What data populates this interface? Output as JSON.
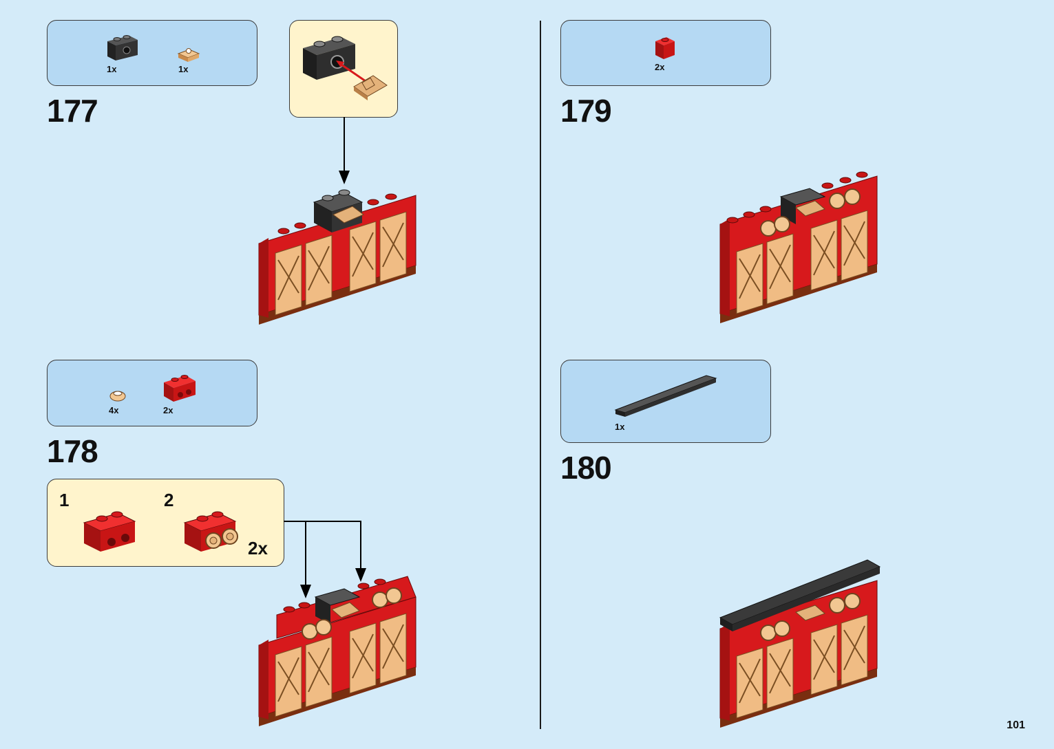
{
  "page_number": "101",
  "steps": [
    {
      "number": "177",
      "parts": [
        {
          "qty": "1x",
          "icon": "black-brick-with-hole"
        },
        {
          "qty": "1x",
          "icon": "tan-tile-clip"
        }
      ]
    },
    {
      "number": "178",
      "parts": [
        {
          "qty": "4x",
          "icon": "tan-round-plate"
        },
        {
          "qty": "2x",
          "icon": "red-brick-1x2-studs-side"
        }
      ],
      "subassembly": {
        "step1": "1",
        "step2": "2",
        "multiplier": "2x"
      }
    },
    {
      "number": "179",
      "parts": [
        {
          "qty": "2x",
          "icon": "red-brick-1x1"
        }
      ]
    },
    {
      "number": "180",
      "parts": [
        {
          "qty": "1x",
          "icon": "black-tile-long"
        }
      ]
    }
  ],
  "colors": {
    "background": "#d4ebf9",
    "parts_box": "#b5d9f3",
    "callout": "#fff4cc",
    "brick_red": "#d7191c",
    "tan": "#e4b27a",
    "black_brick": "#2b2b2b"
  }
}
